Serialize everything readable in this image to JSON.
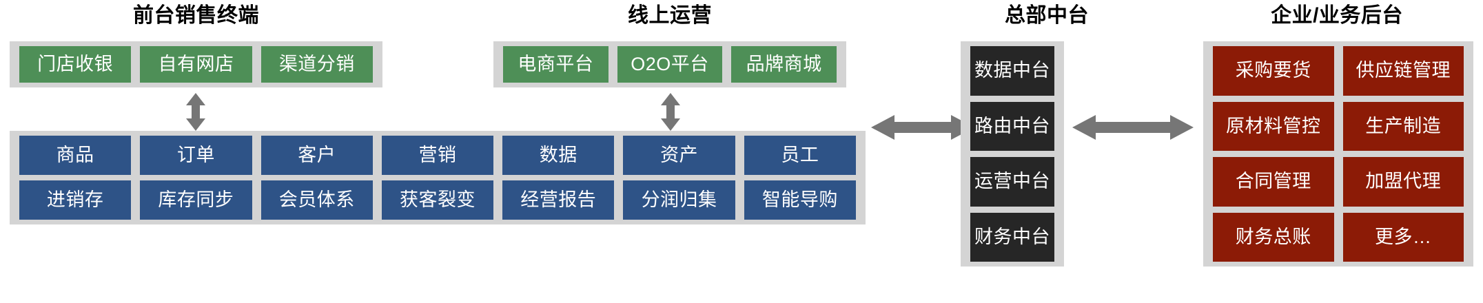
{
  "diagram": {
    "title_color": "#000000",
    "panel_bg": "#d4d4d4",
    "arrow_color": "#767676",
    "colors": {
      "green": "#4e8f57",
      "blue": "#2e5387",
      "dark": "#262626",
      "red": "#8c1b06"
    }
  },
  "sections": {
    "frontline": {
      "title": "前台销售终端",
      "channels": [
        "门店收银",
        "自有网店",
        "渠道分销"
      ]
    },
    "online": {
      "title": "线上运营",
      "channels": [
        "电商平台",
        "O2O平台",
        "品牌商城"
      ]
    },
    "headquarters": {
      "title": "总部中台",
      "modules": [
        "数据中台",
        "路由中台",
        "运营中台",
        "财务中台"
      ]
    },
    "backoffice": {
      "title": "企业/业务后台",
      "modules": [
        "采购要货",
        "供应链管理",
        "原材料管控",
        "生产制造",
        "合同管理",
        "加盟代理",
        "财务总账",
        "更多…"
      ]
    }
  },
  "platform": {
    "row1": [
      "商品",
      "订单",
      "客户",
      "营销",
      "数据",
      "资产",
      "员工"
    ],
    "row2": [
      "进销存",
      "库存同步",
      "会员体系",
      "获客裂变",
      "经营报告",
      "分润归集",
      "智能导购"
    ]
  },
  "connectors": {
    "frontline_to_platform": "double-arrow-vertical",
    "online_to_platform": "double-arrow-vertical",
    "platform_to_headquarters": "double-arrow-horizontal",
    "headquarters_to_backoffice": "double-arrow-horizontal"
  }
}
